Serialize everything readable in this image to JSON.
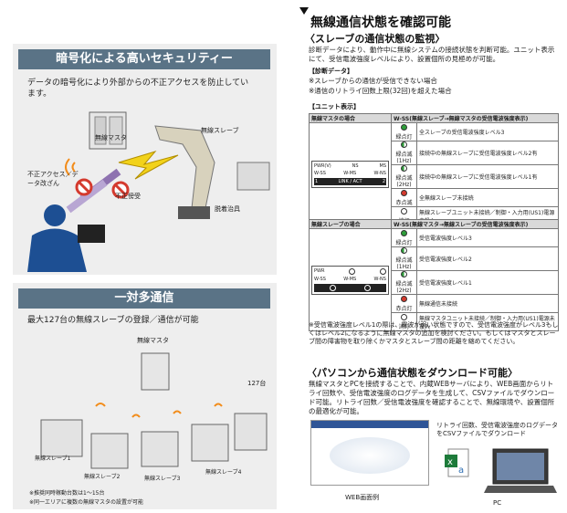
{
  "left": {
    "security": {
      "title": "暗号化による高いセキュリティー",
      "desc": "データの暗号化により外部からの不正アクセスを防止しています。",
      "labels": {
        "master": "無線マスタ",
        "slave": "無線スレーブ",
        "fraud": "不正アクセス／データ改ざん",
        "intercept": "不正傍受",
        "jig": "脱着治具"
      }
    },
    "multi": {
      "title": "一対多通信",
      "desc": "最大127台の無線スレーブの登録／通信が可能",
      "master": "無線マスタ",
      "count": "127台",
      "slaves": [
        "無線スレーブ1",
        "無線スレーブ2",
        "無線スレーブ3",
        "無線スレーブ4"
      ],
      "notes": [
        "※推奨同時稼動台数は1～15台",
        "※同一エリアに複数の無線マスタの設置が可能"
      ]
    }
  },
  "right": {
    "title": "無線通信状態を確認可能",
    "subtitle": "〈スレーブの通信状態の監視〉",
    "intro": "診断データにより、動作中に無線システムの接続状態を判断可能。ユニット表示にて、受信電波強度レベルにより、設置個所の見極めが可能。",
    "diag_tag": "【診断データ】",
    "diag_lines": [
      "※スレーブからの通信が受信できない場合",
      "※通信のリトライ回数上限(32回)を超えた場合"
    ],
    "unit_tag": "【ユニット表示】",
    "master_table": {
      "left_header": "無線マスタの場合",
      "right_header": "W-SS(無線スレーブ→無線マスタの受信電波強度表示)",
      "panel_row1": [
        "PWR(V)",
        "NS",
        "MS"
      ],
      "panel_row2": [
        "W-SS",
        "W-MS",
        "W-NS"
      ],
      "panel_row3": [
        "1",
        "LINK / ACT",
        "2"
      ],
      "rows": [
        {
          "led": "g",
          "state": "緑点灯",
          "text": "全スレーブの受信電波強度レベル3"
        },
        {
          "led": "half",
          "state": "緑点滅(1Hz)",
          "text": "接続中の無線スレーブに受信電波強度レベル2有"
        },
        {
          "led": "half",
          "state": "緑点滅(2Hz)",
          "text": "接続中の無線スレーブに受信電波強度レベル1有"
        },
        {
          "led": "r",
          "state": "赤点滅",
          "text": "全無線スレーブ未接続"
        },
        {
          "led": "o",
          "state": "消灯",
          "text": "無線スレーブユニット未接続／制御・入力用(US1)電源未投入"
        }
      ]
    },
    "slave_table": {
      "left_header": "無線スレーブの場合",
      "right_header": "W-SS(無線マスタ→無線スレーブの受信電波強度表示)",
      "panel_row1": [
        "PWR",
        "",
        ""
      ],
      "panel_row2": [
        "W-SS",
        "W-MS",
        "W-NS"
      ],
      "rows": [
        {
          "led": "g",
          "state": "緑点灯",
          "text": "受信電波強度レベル3"
        },
        {
          "led": "half",
          "state": "緑点滅(1Hz)",
          "text": "受信電波強度レベル2"
        },
        {
          "led": "half",
          "state": "緑点滅(2Hz)",
          "text": "受信電波強度レベル1"
        },
        {
          "led": "r",
          "state": "赤点灯",
          "text": "無線通信未接続"
        },
        {
          "led": "o",
          "state": "消灯",
          "text": "無線マスタユニット未接続／制御・入力用(US1)電源未投入"
        }
      ]
    },
    "footnote": "※受信電波強度レベル1の際は、電波が弱い状態ですので、受信電波強度がレベル3もしくはレベル2になるように無線マスタの追加を検討ください。もしくはマスタとスレーブ間の障害物を取り除くかマスタとスレーブ間の距離を縮めてください。",
    "download": {
      "title": "〈パソコンから通信状態をダウンロード可能〉",
      "desc": "無線マスタとPCを接続することで、内蔵WEBサーバにより、WEB画面からリトライ回数や、受信電波強度のログデータを生成して、CSVファイルでダウンロード可能。リトライ回数／受信電波強度を確認することで、無線環境や、設置個所の最適化が可能。",
      "callout": "リトライ回数、受信電波強度のログデータをCSVファイルでダウンロード",
      "web_label": "WEB画面例",
      "pc_label": "PC"
    }
  }
}
